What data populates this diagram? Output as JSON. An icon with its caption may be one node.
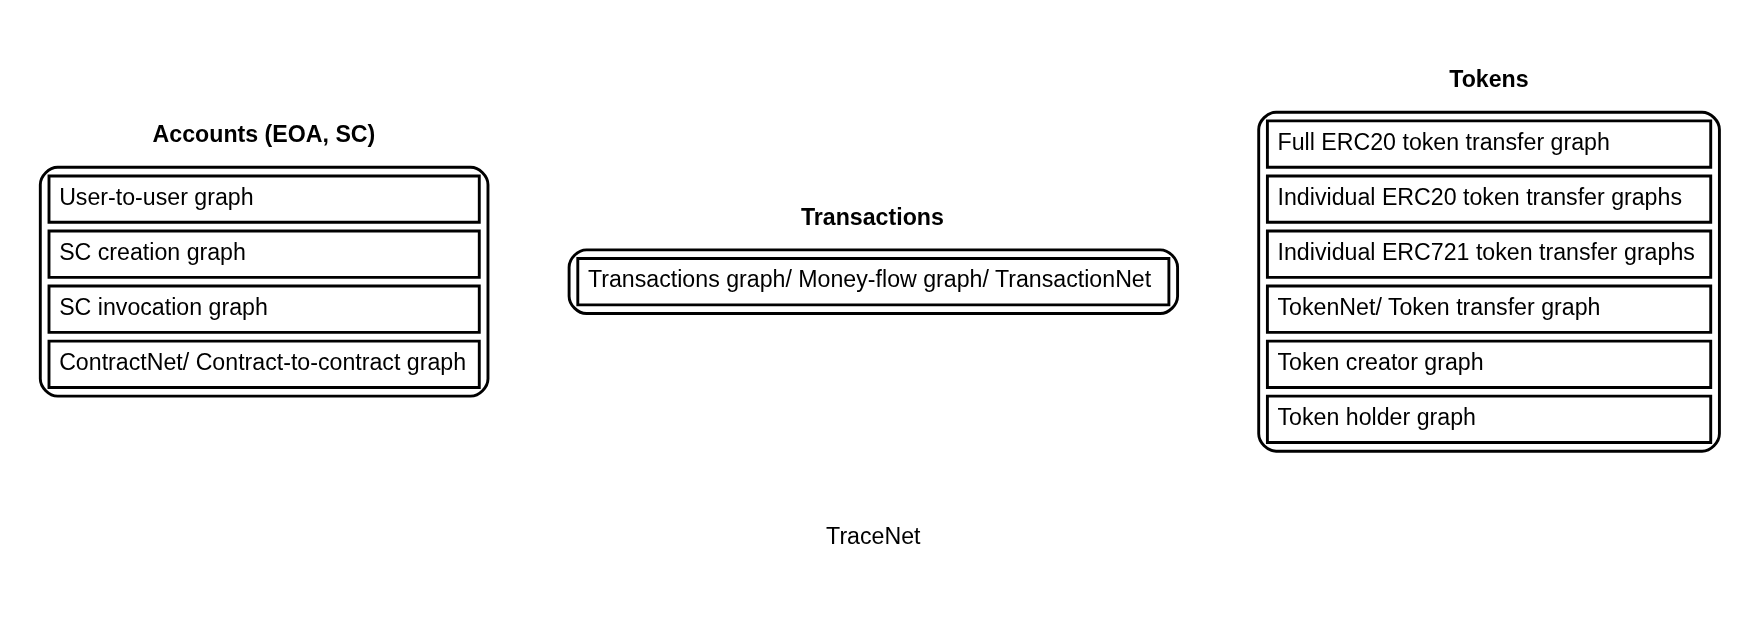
{
  "diagram": {
    "nodes": [
      {
        "text": [
          "Accounts (EOA, SC)",
          "User-to-user graph",
          "SC creation graph",
          "SC invocation graph",
          "ContractNet/ Contract-to-contract graph"
        ]
      },
      {
        "text": [
          "Transactions",
          "Transactions graph/ Money-flow graph/ TransactionNet"
        ]
      },
      {
        "text": [
          "Tokens",
          "Full ERC20 token transfer graph",
          "Individual ERC20 token transfer graphs",
          "Individual ERC721 token transfer graphs",
          "TokenNet/ Token transfer graph",
          "Token creator graph",
          "Token holder graph"
        ]
      }
    ],
    "edges": [],
    "labels": [
      "TraceNet"
    ]
  }
}
